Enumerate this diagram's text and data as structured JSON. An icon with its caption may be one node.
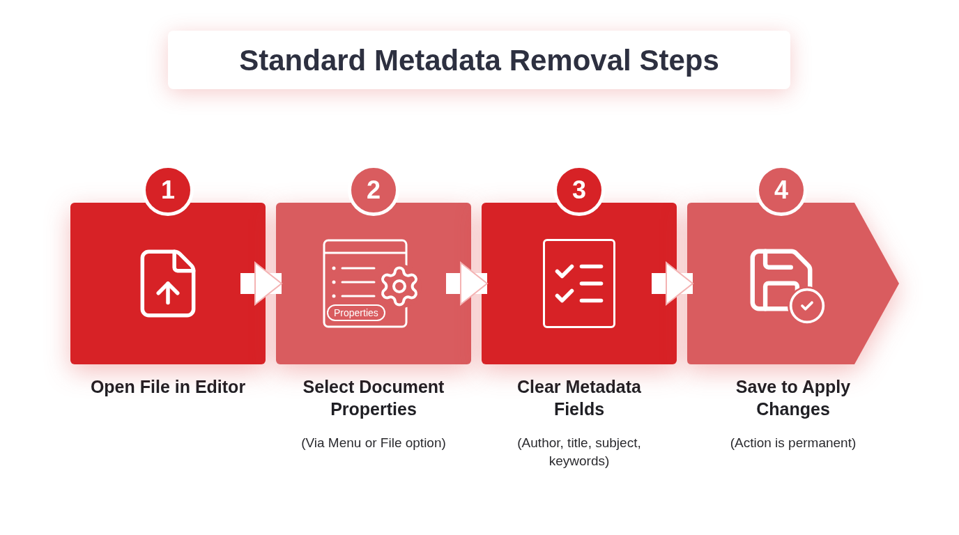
{
  "diagram": {
    "title": "Standard Metadata Removal Steps",
    "nodes": [
      {
        "text": [
          "1"
        ]
      },
      {
        "text": [
          "Open File in Editor"
        ]
      },
      {
        "text": [
          "2"
        ]
      },
      {
        "text": [
          "Select Document Properties",
          "(Via Menu or File option)"
        ]
      },
      {
        "text": [
          "3"
        ]
      },
      {
        "text": [
          "Clear Metadata Fields",
          "(Author, title, subject, keywords)"
        ]
      },
      {
        "text": [
          "4"
        ]
      },
      {
        "text": [
          "Save to Apply Changes",
          "(Action is permanent)"
        ]
      }
    ],
    "edges": [
      {
        "from": 1,
        "to": 3,
        "arrow": "to"
      },
      {
        "from": 3,
        "to": 5,
        "arrow": "to"
      },
      {
        "from": 5,
        "to": 7,
        "arrow": "to"
      }
    ],
    "labels": [
      "Properties"
    ]
  }
}
